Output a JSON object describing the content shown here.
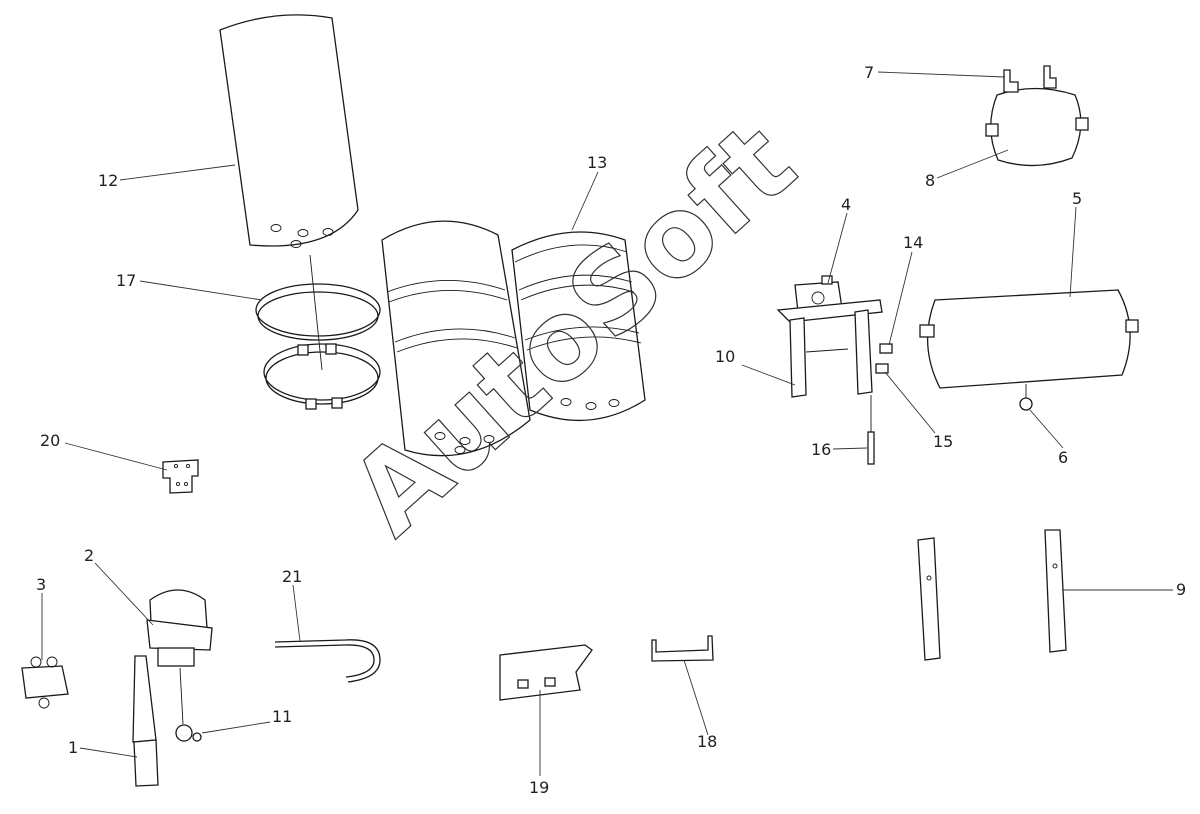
{
  "watermark": "AutoSoft",
  "callouts": [
    {
      "id": "1",
      "text": "1"
    },
    {
      "id": "2",
      "text": "2"
    },
    {
      "id": "3",
      "text": "3"
    },
    {
      "id": "4",
      "text": "4"
    },
    {
      "id": "5",
      "text": "5"
    },
    {
      "id": "6",
      "text": "6"
    },
    {
      "id": "7",
      "text": "7"
    },
    {
      "id": "8",
      "text": "8"
    },
    {
      "id": "9",
      "text": "9"
    },
    {
      "id": "10",
      "text": "10"
    },
    {
      "id": "11",
      "text": "11"
    },
    {
      "id": "12",
      "text": "12"
    },
    {
      "id": "13",
      "text": "13"
    },
    {
      "id": "14",
      "text": "14"
    },
    {
      "id": "15",
      "text": "15"
    },
    {
      "id": "16",
      "text": "16"
    },
    {
      "id": "17",
      "text": "17"
    },
    {
      "id": "18",
      "text": "18"
    },
    {
      "id": "19",
      "text": "19"
    },
    {
      "id": "20",
      "text": "20"
    },
    {
      "id": "21",
      "text": "21"
    }
  ]
}
